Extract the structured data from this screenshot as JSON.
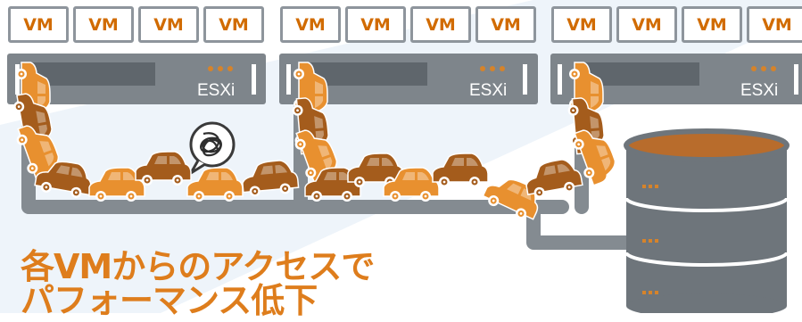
{
  "hosts": [
    {
      "vms": [
        "VM",
        "VM",
        "VM",
        "VM"
      ],
      "label": "ESXi"
    },
    {
      "vms": [
        "VM",
        "VM",
        "VM",
        "VM"
      ],
      "label": "ESXi"
    },
    {
      "vms": [
        "VM",
        "VM",
        "VM",
        "VM"
      ],
      "label": "ESXi"
    }
  ],
  "caption": {
    "line1": "各VMからのアクセスで",
    "line2": "パフォーマンス低下"
  },
  "icons": [
    "tangled-scribble-icon",
    "car-icon",
    "database-storage-icon",
    "server-rack-icon"
  ],
  "colors": {
    "vm_text": "#d16b00",
    "server_body": "#7e858b",
    "path": "#848b91",
    "car_orange": "#e8902f",
    "car_brown": "#a45c1c",
    "caption": "#de7d1c",
    "storage": "#6e757b",
    "storage_top": "#b86c2c"
  }
}
